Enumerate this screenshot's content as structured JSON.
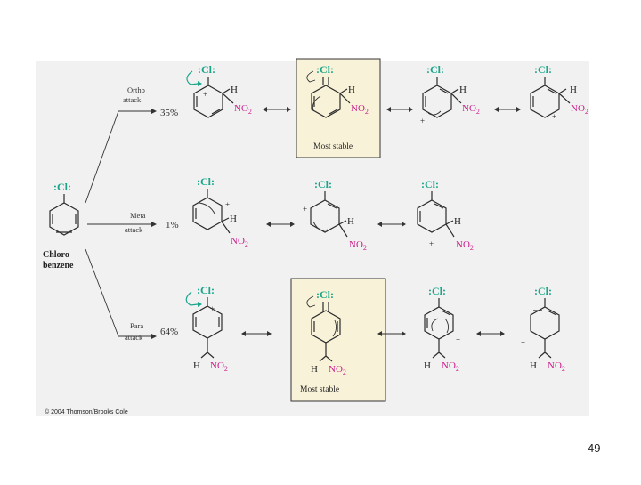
{
  "labels": {
    "ortho": [
      "Ortho",
      "attack"
    ],
    "meta": [
      "Meta",
      "attack"
    ],
    "para": [
      "Para",
      "attack"
    ],
    "ortho_pct": "35%",
    "meta_pct": "1%",
    "para_pct": "64%",
    "chlorobenzene": [
      "Chloro-",
      "benzene"
    ],
    "most_stable": "Most stable",
    "cl": ":Cl:",
    "h": "H",
    "no2_main": "NO",
    "no2_sub": "2",
    "plus": "+"
  },
  "copyright": "© 2004 Thomson/Brooks Cole",
  "page_number": "49",
  "colors": {
    "chlorine": "#1aa58a",
    "nitro": "#cc1f8a",
    "highlight": "#f8f2d8",
    "background": "#f1f1f1"
  }
}
